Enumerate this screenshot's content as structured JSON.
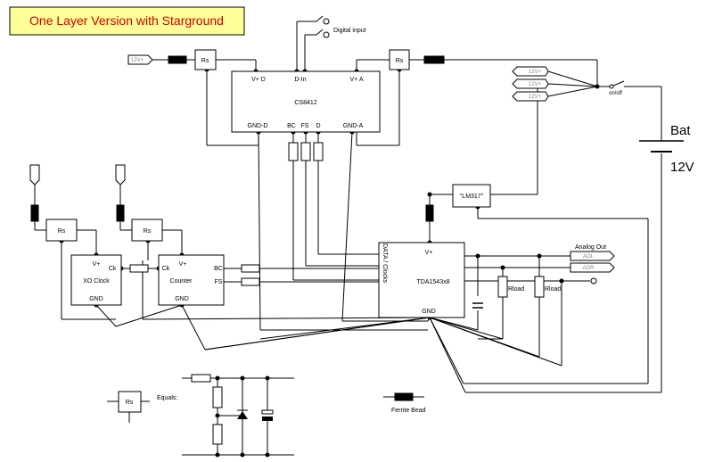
{
  "title": "One Layer Version with Starground",
  "cs8412": {
    "name": "CS8412",
    "pins": [
      "V+ D",
      "D-In",
      "V+ A",
      "GND-D",
      "BC",
      "FS",
      "D",
      "GND-A"
    ]
  },
  "dac": {
    "name": "TDA1543x8",
    "vplus": "V+",
    "gnd": "GND",
    "side_label": "DATA / Clocks"
  },
  "xo": {
    "name": "XO Clock",
    "vplus": "V+",
    "clk": "Ck",
    "gnd": "GND"
  },
  "counter": {
    "name": "Counter",
    "vplus": "V+",
    "clk": "Ck",
    "bc": "BC",
    "fs": "FS",
    "gnd": "GND"
  },
  "labels": {
    "rs": "Rs",
    "v12": "12V+",
    "digital_input": "Digital input",
    "analog_out": "Analog Out",
    "out_left": "AOL",
    "out_right": "AOR",
    "switch": "on/off",
    "battery": "Bat",
    "battery_voltage": "12V",
    "regulator": "\"LM317\"",
    "rload": "Rload",
    "equals": "Equals:"
  },
  "legend": {
    "ferrite": "Ferrite Bead"
  }
}
